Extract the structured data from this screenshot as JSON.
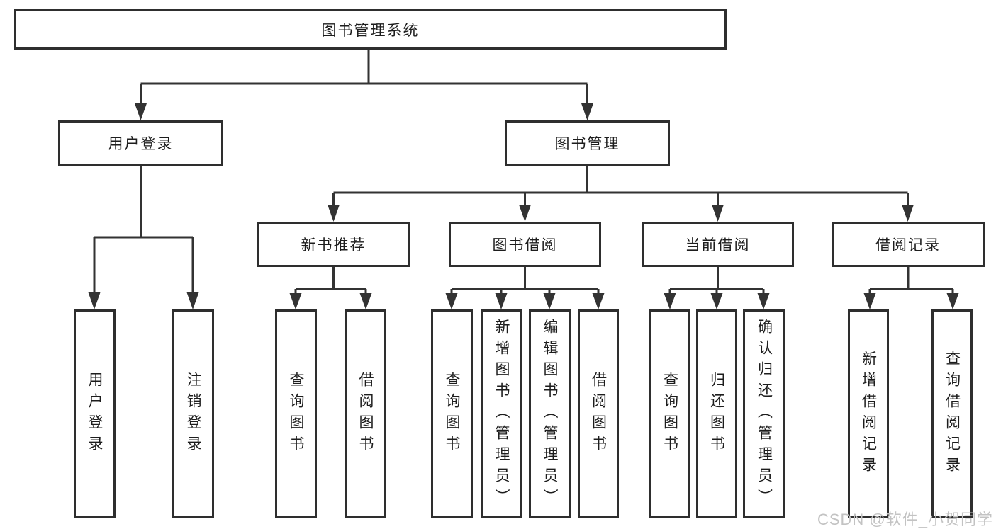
{
  "colors": {
    "line": "#333333",
    "box_border": "#2e2e2e",
    "text": "#1d1d1d",
    "background": "#ffffff",
    "watermark": "#c3c3c3"
  },
  "watermark": {
    "text": "CSDN @软件_小贺同学"
  },
  "diagram": {
    "type": "tree",
    "root": {
      "label": "图书管理系统"
    },
    "branches": [
      {
        "label": "用户登录",
        "children": [
          {
            "label": "用户登录"
          },
          {
            "label": "注销登录"
          }
        ]
      },
      {
        "label": "图书管理",
        "children": [
          {
            "label": "新书推荐",
            "children": [
              {
                "label": "查询图书"
              },
              {
                "label": "借阅图书"
              }
            ]
          },
          {
            "label": "图书借阅",
            "children": [
              {
                "label": "查询图书"
              },
              {
                "label": "新增图书（管理员）"
              },
              {
                "label": "编辑图书（管理员）"
              },
              {
                "label": "借阅图书"
              }
            ]
          },
          {
            "label": "当前借阅",
            "children": [
              {
                "label": "查询图书"
              },
              {
                "label": "归还图书"
              },
              {
                "label": "确认归还（管理员）"
              }
            ]
          },
          {
            "label": "借阅记录",
            "children": [
              {
                "label": "新增借阅记录"
              },
              {
                "label": "查询借阅记录"
              }
            ]
          }
        ]
      }
    ]
  }
}
